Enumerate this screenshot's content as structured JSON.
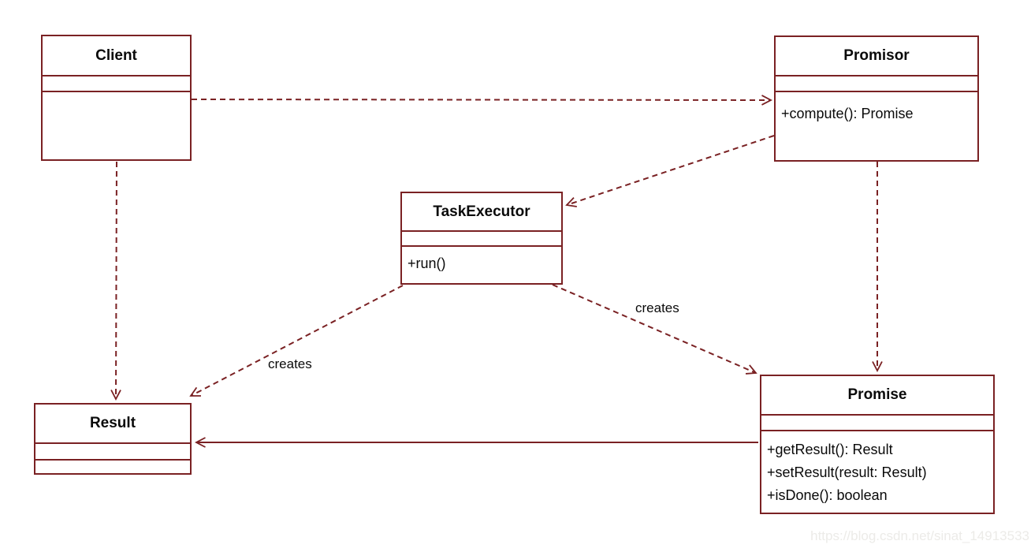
{
  "diagram_type": "uml-class-diagram",
  "colors": {
    "line": "#7a2123",
    "text": "#0a0a0a",
    "background": "#ffffff",
    "watermark": "#ecebe8"
  },
  "classes": [
    {
      "name": "Client",
      "attributes": [],
      "methods": []
    },
    {
      "name": "Promisor",
      "attributes": [],
      "methods": [
        "+compute(): Promise"
      ]
    },
    {
      "name": "TaskExecutor",
      "attributes": [],
      "methods": [
        "+run()"
      ]
    },
    {
      "name": "Result",
      "attributes": [],
      "methods": []
    },
    {
      "name": "Promise",
      "attributes": [],
      "methods": [
        "+getResult(): Result",
        "+setResult(result: Result)",
        "+isDone(): boolean"
      ]
    }
  ],
  "edges": [
    {
      "from": "Client",
      "to": "Promisor",
      "style": "dashed",
      "label": ""
    },
    {
      "from": "Client",
      "to": "Result",
      "style": "dashed",
      "label": ""
    },
    {
      "from": "Promisor",
      "to": "TaskExecutor",
      "style": "dashed",
      "label": ""
    },
    {
      "from": "Promisor",
      "to": "Promise",
      "style": "dashed",
      "label": ""
    },
    {
      "from": "TaskExecutor",
      "to": "Result",
      "style": "dashed",
      "label": "creates"
    },
    {
      "from": "TaskExecutor",
      "to": "Promise",
      "style": "dashed",
      "label": "creates"
    },
    {
      "from": "Promise",
      "to": "Result",
      "style": "solid",
      "label": ""
    }
  ],
  "watermark": "https://blog.csdn.net/sinat_14913533"
}
